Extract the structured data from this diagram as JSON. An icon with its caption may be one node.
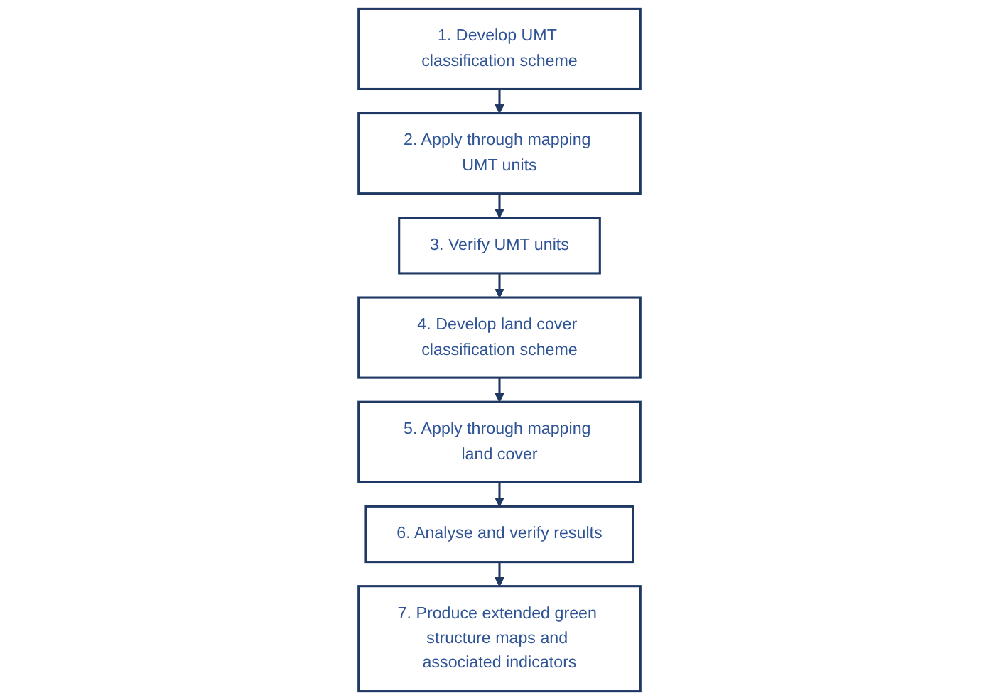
{
  "diagram": {
    "nodes": [
      {
        "text": [
          "1. Develop UMT classification scheme"
        ]
      },
      {
        "text": [
          "2. Apply through mapping UMT units"
        ]
      },
      {
        "text": [
          "3. Verify UMT units"
        ]
      },
      {
        "text": [
          "4. Develop land cover classification scheme"
        ]
      },
      {
        "text": [
          "5. Apply through mapping land cover"
        ]
      },
      {
        "text": [
          "6. Analyse and verify results"
        ]
      },
      {
        "text": [
          "7. Produce extended green structure maps and associated indicators"
        ]
      }
    ],
    "edges": [
      {
        "from": 0,
        "to": 1,
        "arrow": "to"
      },
      {
        "from": 1,
        "to": 2,
        "arrow": "to"
      },
      {
        "from": 2,
        "to": 3,
        "arrow": "to"
      },
      {
        "from": 3,
        "to": 4,
        "arrow": "to"
      },
      {
        "from": 4,
        "to": 5,
        "arrow": "to"
      },
      {
        "from": 5,
        "to": 6,
        "arrow": "to"
      }
    ]
  }
}
